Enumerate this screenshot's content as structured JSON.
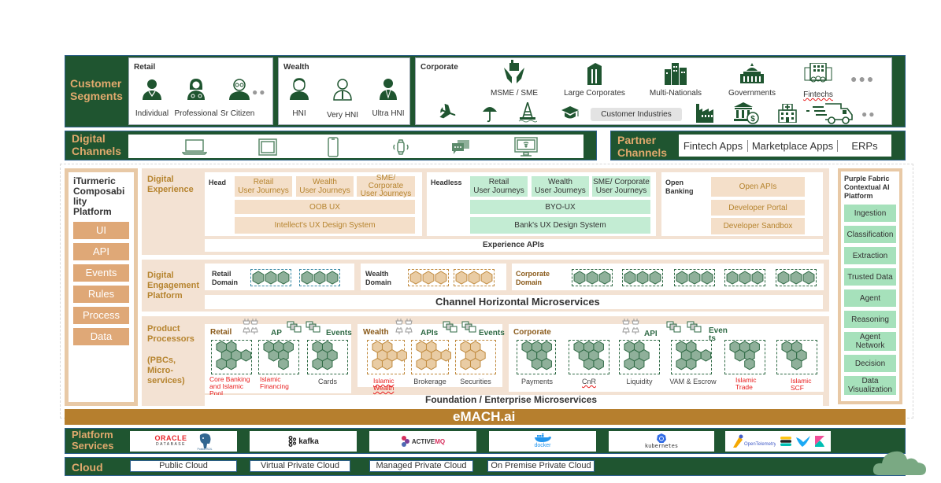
{
  "customer_segments": {
    "title_line1": "Customer",
    "title_line2": "Segments",
    "retail": {
      "label": "Retail",
      "items": [
        {
          "label": "Individual",
          "icon": "person-icon"
        },
        {
          "label": "Professional",
          "icon": "doctor-icon"
        },
        {
          "label": "Sr Citizen",
          "icon": "elder-icon"
        }
      ]
    },
    "wealth": {
      "label": "Wealth",
      "items": [
        {
          "label": "HNI",
          "icon": "person-icon"
        },
        {
          "label": "Very HNI",
          "icon": "person-tie-icon"
        },
        {
          "label": "Ultra HNI",
          "icon": "person-suit-icon"
        }
      ]
    },
    "corporate": {
      "label": "Corporate",
      "items": [
        {
          "label": "MSME / SME",
          "icon": "factory-hands-icon"
        },
        {
          "label": "Large Corporates",
          "icon": "building-icon"
        },
        {
          "label": "Multi-Nationals",
          "icon": "skyscrapers-icon"
        },
        {
          "label": "Governments",
          "icon": "capitol-icon"
        },
        {
          "label": "Fintechs",
          "icon": "office-people-icon"
        }
      ],
      "industries_label": "Customer Industries",
      "industry_icons": [
        "airplane-icon",
        "umbrella-icon",
        "oil-rig-icon",
        "graduation-cap-icon",
        "factory-icon",
        "bank-dollar-icon",
        "hospital-icon",
        "delivery-truck-icon"
      ]
    }
  },
  "digital_channels": {
    "title_line1": "Digital",
    "title_line2": "Channels",
    "icons": [
      "laptop-icon",
      "tablet-icon",
      "smartphone-icon",
      "smartwatch-icon",
      "chat-icon",
      "smart-tv-icon"
    ]
  },
  "partner_channels": {
    "title_line1": "Partner",
    "title_line2": "Channels",
    "items": [
      "Fintech Apps",
      "Marketplace Apps",
      "ERPs"
    ]
  },
  "composability": {
    "title": "iTurmeric Composability Platform",
    "title_lines": [
      "iTurmeric",
      "Composabi",
      "lity",
      "Platform"
    ],
    "items": [
      "UI",
      "API",
      "Events",
      "Rules",
      "Process",
      "Data"
    ]
  },
  "digital_experience": {
    "label_line1": "Digital",
    "label_line2": "Experience",
    "head": {
      "label": "Head",
      "journeys": [
        "Retail\nUser Journeys",
        "Wealth\nUser Journeys",
        "SME/\nCorporate\nUser Journeys"
      ],
      "oob": "OOB UX",
      "design_system": "Intellect's UX Design System"
    },
    "headless": {
      "label": "Headless",
      "journeys": [
        "Retail\nUser Journeys",
        "Wealth\nUser Journeys",
        "SME/ Corporate\nUser Journeys"
      ],
      "byo": "BYO-UX",
      "design_system": "Bank's UX Design System"
    },
    "open_banking": {
      "label_line1": "Open",
      "label_line2": "Banking",
      "items": [
        "Open APIs",
        "Developer Portal",
        "Developer Sandbox"
      ]
    },
    "experience_apis": "Experience APIs"
  },
  "engagement": {
    "label_lines": [
      "Digital",
      "Engagement",
      "Platform"
    ],
    "domains": [
      {
        "label_line1": "Retail",
        "label_line2": "Domain",
        "groups": 2,
        "style": "teal"
      },
      {
        "label_line1": "Wealth",
        "label_line2": "Domain",
        "groups": 2,
        "style": "tan"
      },
      {
        "label_line1": "Corporate",
        "label_line2": "Domain",
        "groups": 5,
        "style": "green"
      }
    ],
    "channel_microservices": "Channel Horizontal Microservices"
  },
  "product_processors": {
    "label_line1": "Product",
    "label_line2": "Processors",
    "label_line3": "(PBCs,",
    "label_line4": "Micro-",
    "label_line5": "services)",
    "retail": {
      "label": "Retail",
      "api_label": "AP",
      "events_label": "Events",
      "pbcs": [
        {
          "label": "Core Banking\nand Islamic\nPool\nManagement",
          "red": true
        },
        {
          "label": "Islamic\nFinancing",
          "red": true
        },
        {
          "label": "Cards",
          "red": false
        }
      ]
    },
    "wealth": {
      "label": "Wealth",
      "api_label": "APIs",
      "events_label": "Events",
      "pbcs": [
        {
          "label": "Islamic\nWealth",
          "red": true
        },
        {
          "label": "Brokerage",
          "red": false
        },
        {
          "label": "Securities",
          "red": false
        }
      ]
    },
    "corporate": {
      "label": "Corporate",
      "api_label": "API",
      "events_label": "Even\nts",
      "pbcs": [
        {
          "label": "Payments",
          "red": false
        },
        {
          "label": "CnR",
          "red": false
        },
        {
          "label": "Liquidity",
          "red": false
        },
        {
          "label": "VAM & Escrow",
          "red": false
        },
        {
          "label": "Islamic\nTrade",
          "red": true
        },
        {
          "label": "Islamic\nSCF",
          "red": true
        }
      ]
    },
    "foundation": "Foundation / Enterprise Microservices"
  },
  "purple_fabric": {
    "title_lines": [
      "Purple Fabric",
      "Contextual AI",
      "Platform"
    ],
    "items": [
      "Ingestion",
      "Classification",
      "Extraction",
      "Trusted Data",
      "Agent",
      "Reasoning",
      "Agent\nNetwork",
      "Decision",
      "Data\nVisualization"
    ]
  },
  "emach": {
    "label": "eMACH.ai"
  },
  "platform_services": {
    "title_line1": "Platform",
    "title_line2": "Services",
    "items": [
      {
        "logos": [
          "ORACLE DATABASE",
          "PostgreSQL"
        ]
      },
      {
        "logos": [
          "kafka"
        ]
      },
      {
        "logos": [
          "ACTIVEMQ"
        ]
      },
      {
        "logos": [
          "docker"
        ]
      },
      {
        "logos": [
          "kubernetes"
        ]
      },
      {
        "logos": [
          "OpenTelemetry",
          "Elastic",
          "Beats",
          "Kibana"
        ]
      }
    ]
  },
  "cloud": {
    "title": "Cloud",
    "items": [
      "Public Cloud",
      "Virtual Private Cloud",
      "Managed Private Cloud",
      "On Premise Private Cloud"
    ],
    "icon": "cloud-icon"
  },
  "colors": {
    "band_green": "#1f5530",
    "band_title": "#e0a96d",
    "peach": "#f3e2d3",
    "tan_text": "#b6842f",
    "mint": "#c3ecd3",
    "emach_bar": "#b67f2e",
    "red_text": "#e81c1c"
  }
}
